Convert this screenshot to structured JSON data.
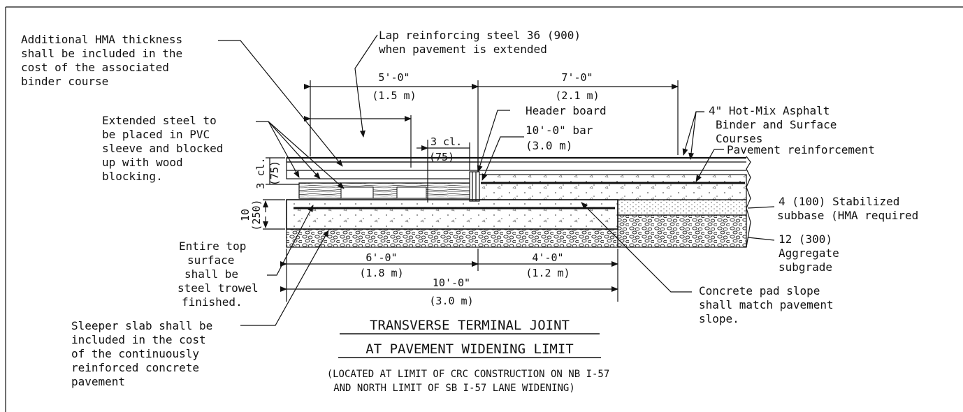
{
  "drawing": {
    "title_line1": "TRANSVERSE TERMINAL JOINT",
    "title_line2": "AT PAVEMENT WIDENING LIMIT",
    "subtitle_line1": "(LOCATED AT LIMIT OF CRC CONSTRUCTION ON NB I-57",
    "subtitle_line2": "AND NORTH LIMIT OF SB I-57 LANE WIDENING)"
  },
  "notes": {
    "hma_thickness": [
      "Additional HMA thickness",
      "shall be included in the",
      "cost of the associated",
      "binder course"
    ],
    "lap_steel": [
      "Lap reinforcing steel 36 (900)",
      "when pavement is extended"
    ],
    "extended_steel": [
      "Extended steel to",
      "be placed in PVC",
      "sleeve and blocked",
      "up with wood",
      "blocking."
    ],
    "header_board": "Header board",
    "bar_length": [
      "10'-0\" bar",
      "(3.0 m)"
    ],
    "hot_mix": [
      "4\" Hot-Mix Asphalt",
      "Binder and Surface",
      "Courses"
    ],
    "pavement_reinforcement": "Pavement reinforcement",
    "stabilized_subbase": [
      "4 (100) Stabilized",
      "subbase (HMA required"
    ],
    "aggregate_subgrade": [
      "12 (300)",
      "Aggregate",
      "subgrade"
    ],
    "top_surface": [
      "Entire top",
      "surface",
      "shall be",
      "steel trowel",
      "finished."
    ],
    "pad_slope": [
      "Concrete pad slope",
      "shall match pavement",
      "slope."
    ],
    "sleeper_slab": [
      "Sleeper slab shall be",
      "included in the cost",
      "of the continuously",
      "reinforced concrete",
      "pavement"
    ]
  },
  "dimensions": {
    "top_left": [
      "5'-0\"",
      "(1.5 m)"
    ],
    "top_right": [
      "7'-0\"",
      "(2.1 m)"
    ],
    "cover_horizontal": [
      "3 cl.",
      "(75)"
    ],
    "cover_vertical": [
      "3 cl.",
      "(75)"
    ],
    "slab_thickness": [
      "10",
      "(250)"
    ],
    "bottom_left": [
      "6'-0\"",
      "(1.8 m)"
    ],
    "bottom_right": [
      "4'-0\"",
      "(1.2 m)"
    ],
    "bottom_total": [
      "10'-0\"",
      "(3.0 m)"
    ]
  }
}
